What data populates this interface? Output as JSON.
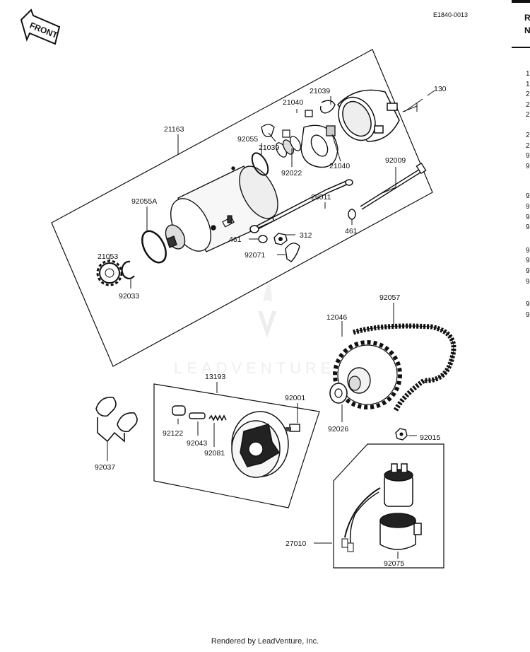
{
  "ref_code": "E1840-0013",
  "front_label": "FRONT",
  "watermark": "LEADVENTURE",
  "footer": "Rendered by LeadVenture, Inc.",
  "side_header": [
    "R",
    "N"
  ],
  "side_list_chars": [
    "1",
    "1",
    "2",
    "2",
    "2",
    "2",
    "2",
    "9",
    "9",
    "9",
    "9",
    "9",
    "9",
    "9",
    "9",
    "9",
    "9",
    "9",
    "9"
  ],
  "labels": {
    "p130": "130",
    "p21163": "21163",
    "p21039a": "21039",
    "p21040a": "21040",
    "p92055": "92055",
    "p21039b": "21039",
    "p21040b": "21040",
    "p92009": "92009",
    "p92022": "92022",
    "p92055A": "92055A",
    "p26011": "26011",
    "p21053": "21053",
    "p461a": "461",
    "p312": "312",
    "p461b": "461",
    "p92071": "92071",
    "p92033": "92033",
    "p92057": "92057",
    "p12046": "12046",
    "p13193": "13193",
    "p92001": "92001",
    "p92122": "92122",
    "p92043": "92043",
    "p92081": "92081",
    "p92026": "92026",
    "p92037": "92037",
    "p92015": "92015",
    "p27010": "27010",
    "p92075": "92075"
  }
}
